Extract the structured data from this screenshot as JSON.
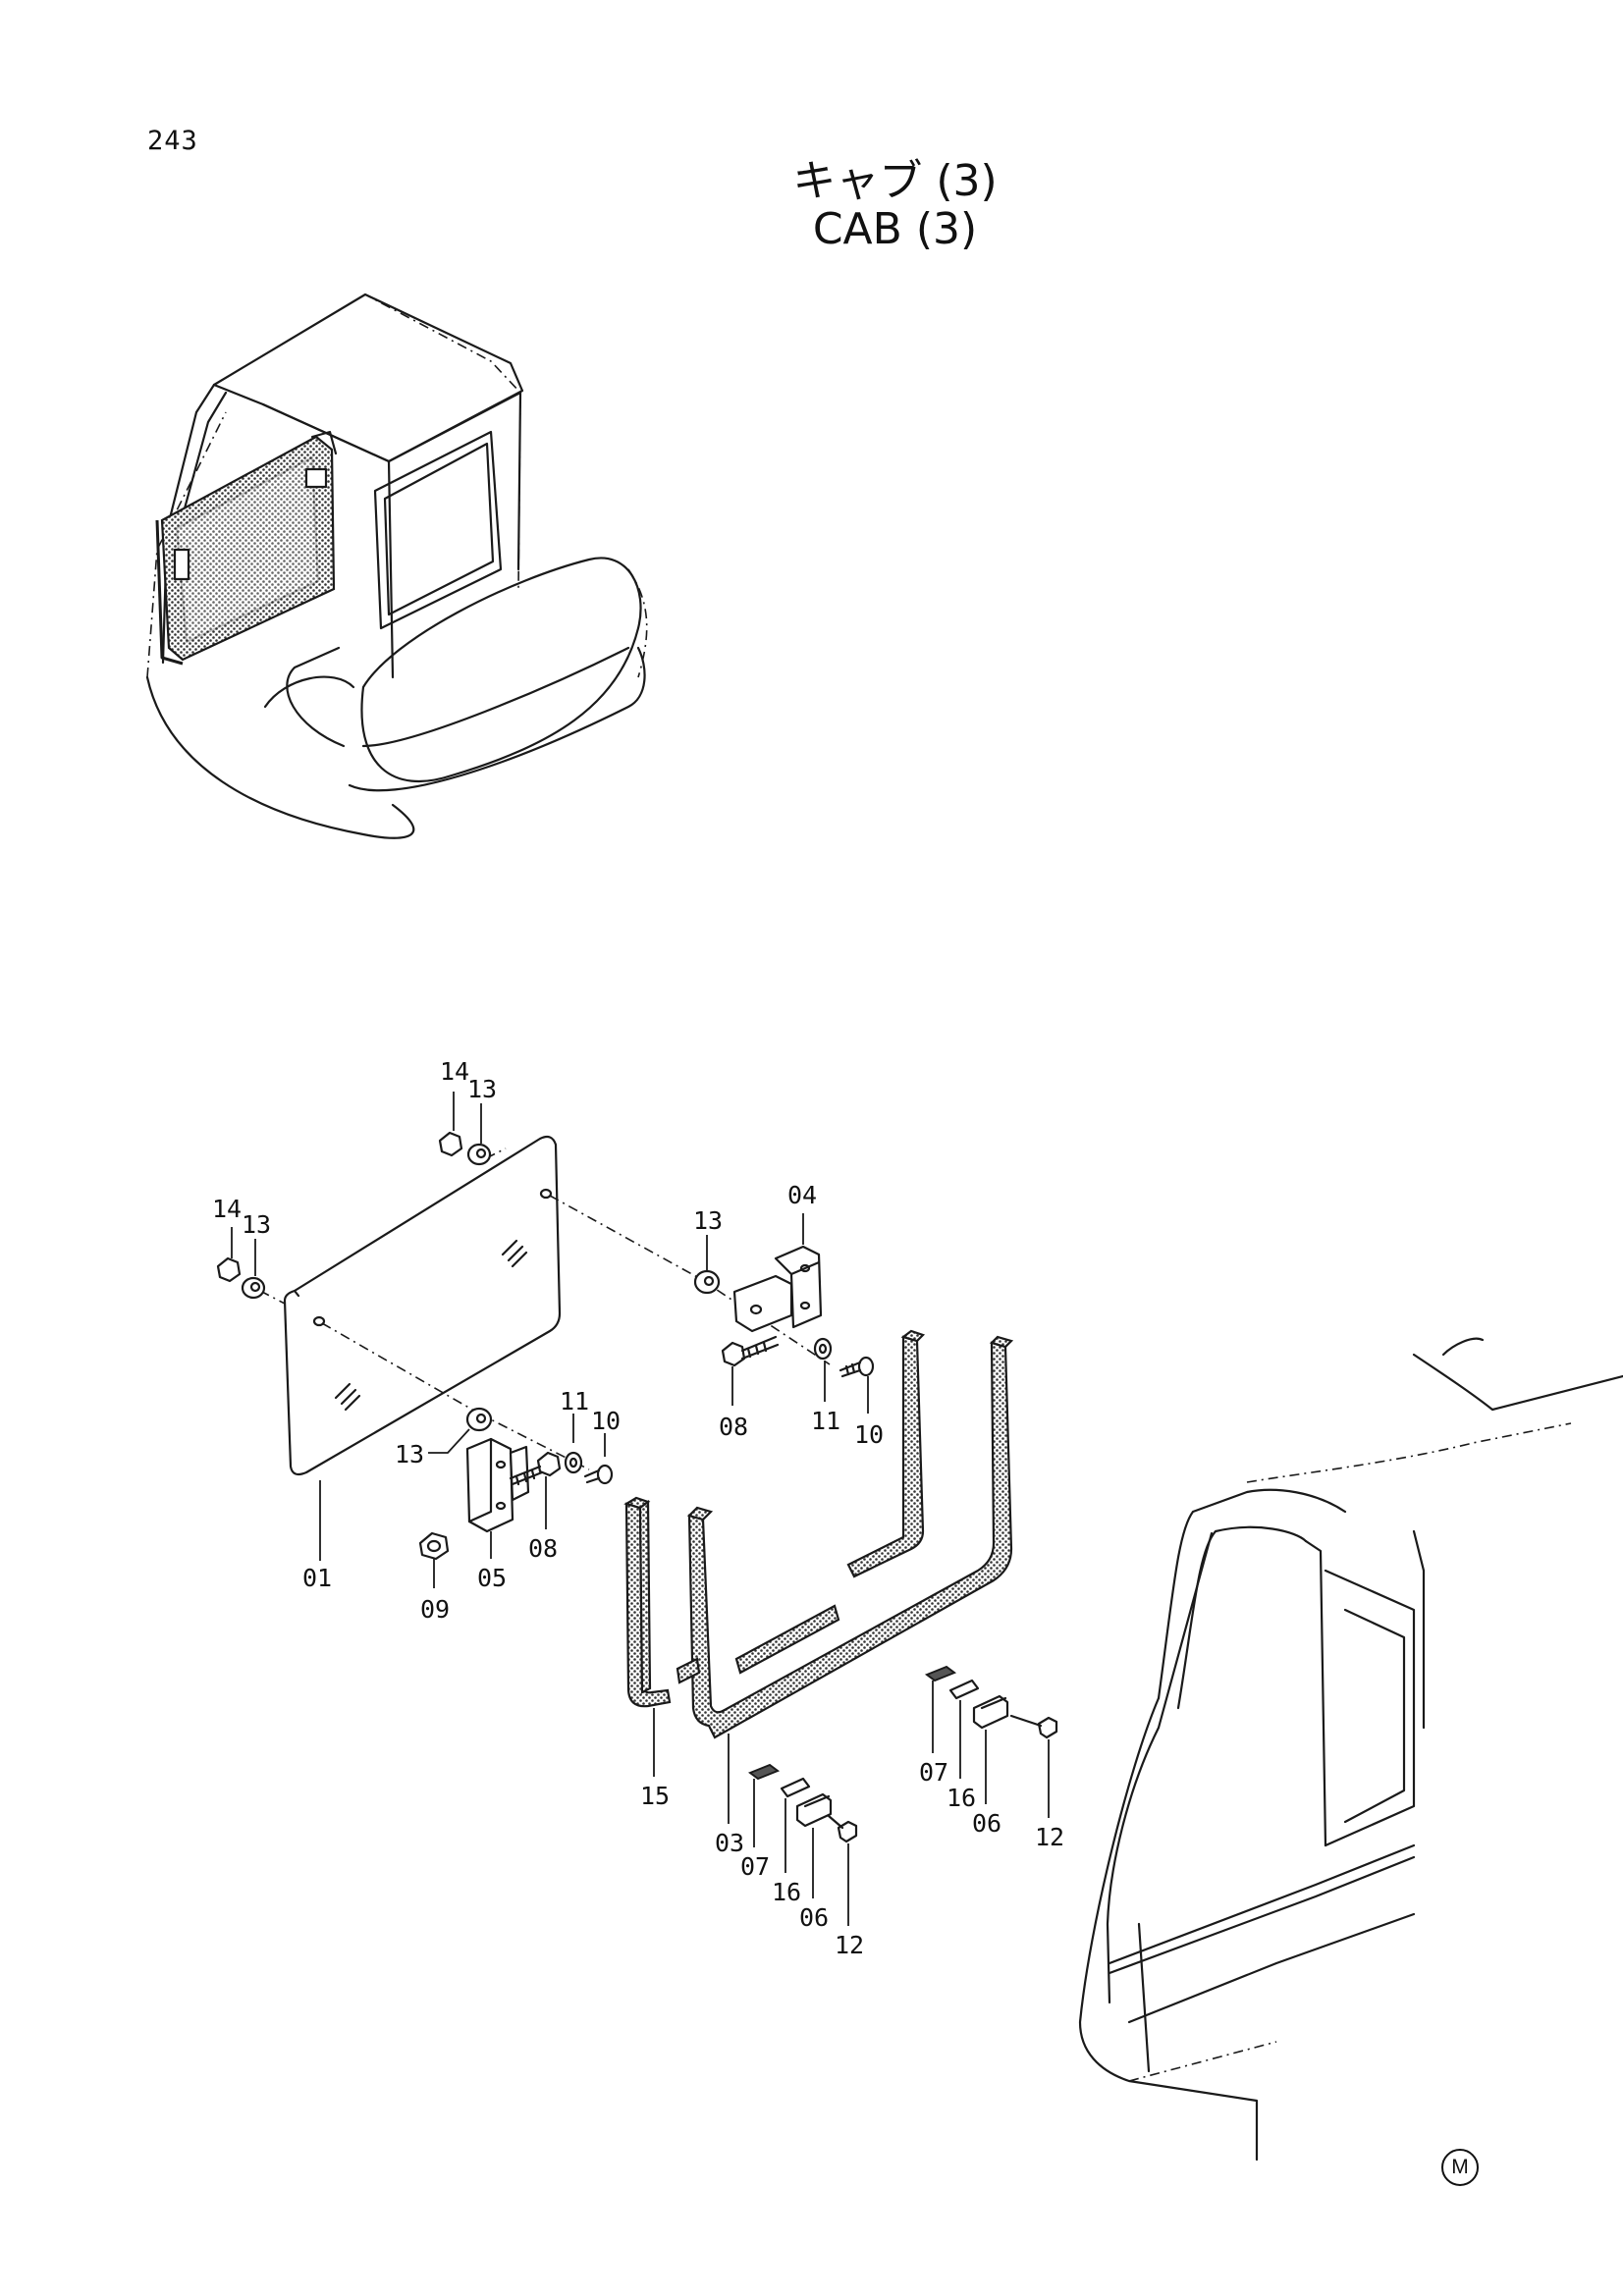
{
  "page_number": "243",
  "title_jp": "キャブ (3)",
  "title_en": "CAB (3)",
  "corner_mark": "M",
  "part_labels": [
    {
      "id": "14a",
      "text": "14"
    },
    {
      "id": "13a",
      "text": "13"
    },
    {
      "id": "14b",
      "text": "14"
    },
    {
      "id": "13b",
      "text": "13"
    },
    {
      "id": "13c",
      "text": "13"
    },
    {
      "id": "04",
      "text": "04"
    },
    {
      "id": "08a",
      "text": "08"
    },
    {
      "id": "11a",
      "text": "11"
    },
    {
      "id": "10a",
      "text": "10"
    },
    {
      "id": "13d",
      "text": "13"
    },
    {
      "id": "11b",
      "text": "11"
    },
    {
      "id": "10b",
      "text": "10"
    },
    {
      "id": "01",
      "text": "01"
    },
    {
      "id": "05",
      "text": "05"
    },
    {
      "id": "08b",
      "text": "08"
    },
    {
      "id": "09",
      "text": "09"
    },
    {
      "id": "15",
      "text": "15"
    },
    {
      "id": "03",
      "text": "03"
    },
    {
      "id": "07a",
      "text": "07"
    },
    {
      "id": "16a",
      "text": "16"
    },
    {
      "id": "06a",
      "text": "06"
    },
    {
      "id": "12a",
      "text": "12"
    },
    {
      "id": "07b",
      "text": "07"
    },
    {
      "id": "16b",
      "text": "16"
    },
    {
      "id": "06b",
      "text": "06"
    },
    {
      "id": "12b",
      "text": "12"
    }
  ]
}
